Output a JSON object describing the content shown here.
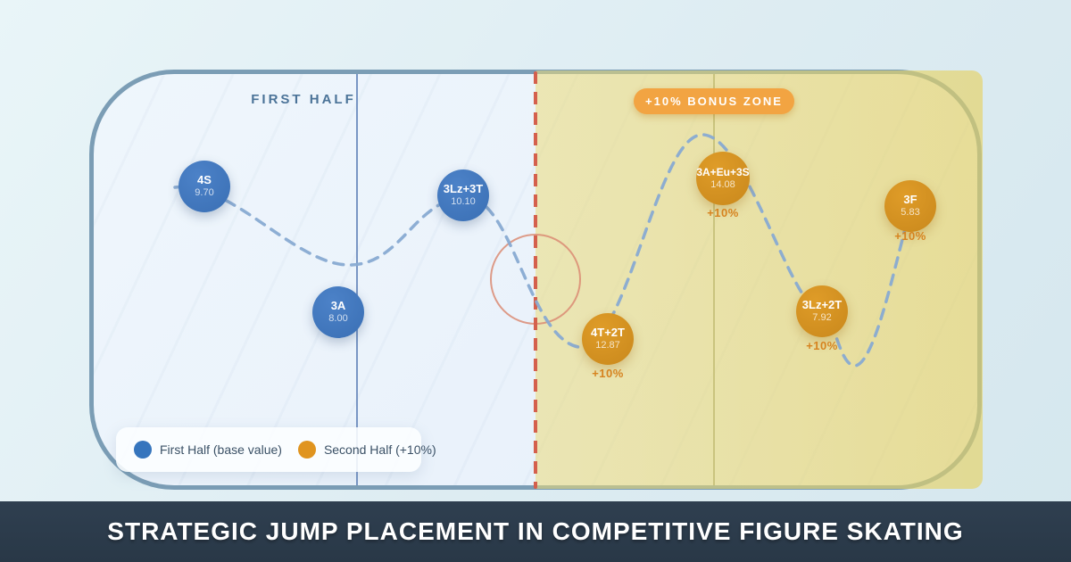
{
  "title_bar": {
    "title": "STRATEGIC JUMP PLACEMENT IN COMPETITIVE FIGURE SKATING"
  },
  "rink": {
    "first_half_label": "FIRST HALF",
    "bonus_zone_label": "+10% BONUS ZONE"
  },
  "legend": {
    "first_half": "First Half (base value)",
    "second_half": "Second Half (+10%)"
  },
  "jumps": {
    "first_half": [
      {
        "label": "4S",
        "value": "9.70"
      },
      {
        "label": "3A",
        "value": "8.00"
      },
      {
        "label": "3Lz+3T",
        "value": "10.10"
      }
    ],
    "second_half": [
      {
        "label": "4T+2T",
        "value": "12.87",
        "bonus": "+10%"
      },
      {
        "label": "3A+Eu+3S",
        "value": "14.08",
        "bonus": "+10%"
      },
      {
        "label": "3Lz+2T",
        "value": "7.92",
        "bonus": "+10%"
      },
      {
        "label": "3F",
        "value": "5.83",
        "bonus": "+10%"
      }
    ]
  },
  "colors": {
    "first_half_marker": "#3a6fb4",
    "second_half_marker": "#c9881c",
    "bonus_badge": "#f2a442",
    "bonus_zone_fill": "#e9e3b4",
    "center_line_red": "#d4604d",
    "skater_path": "#88aad2",
    "rink_border": "#7b9db5",
    "title_bar_bg": "#2d3c4c"
  }
}
